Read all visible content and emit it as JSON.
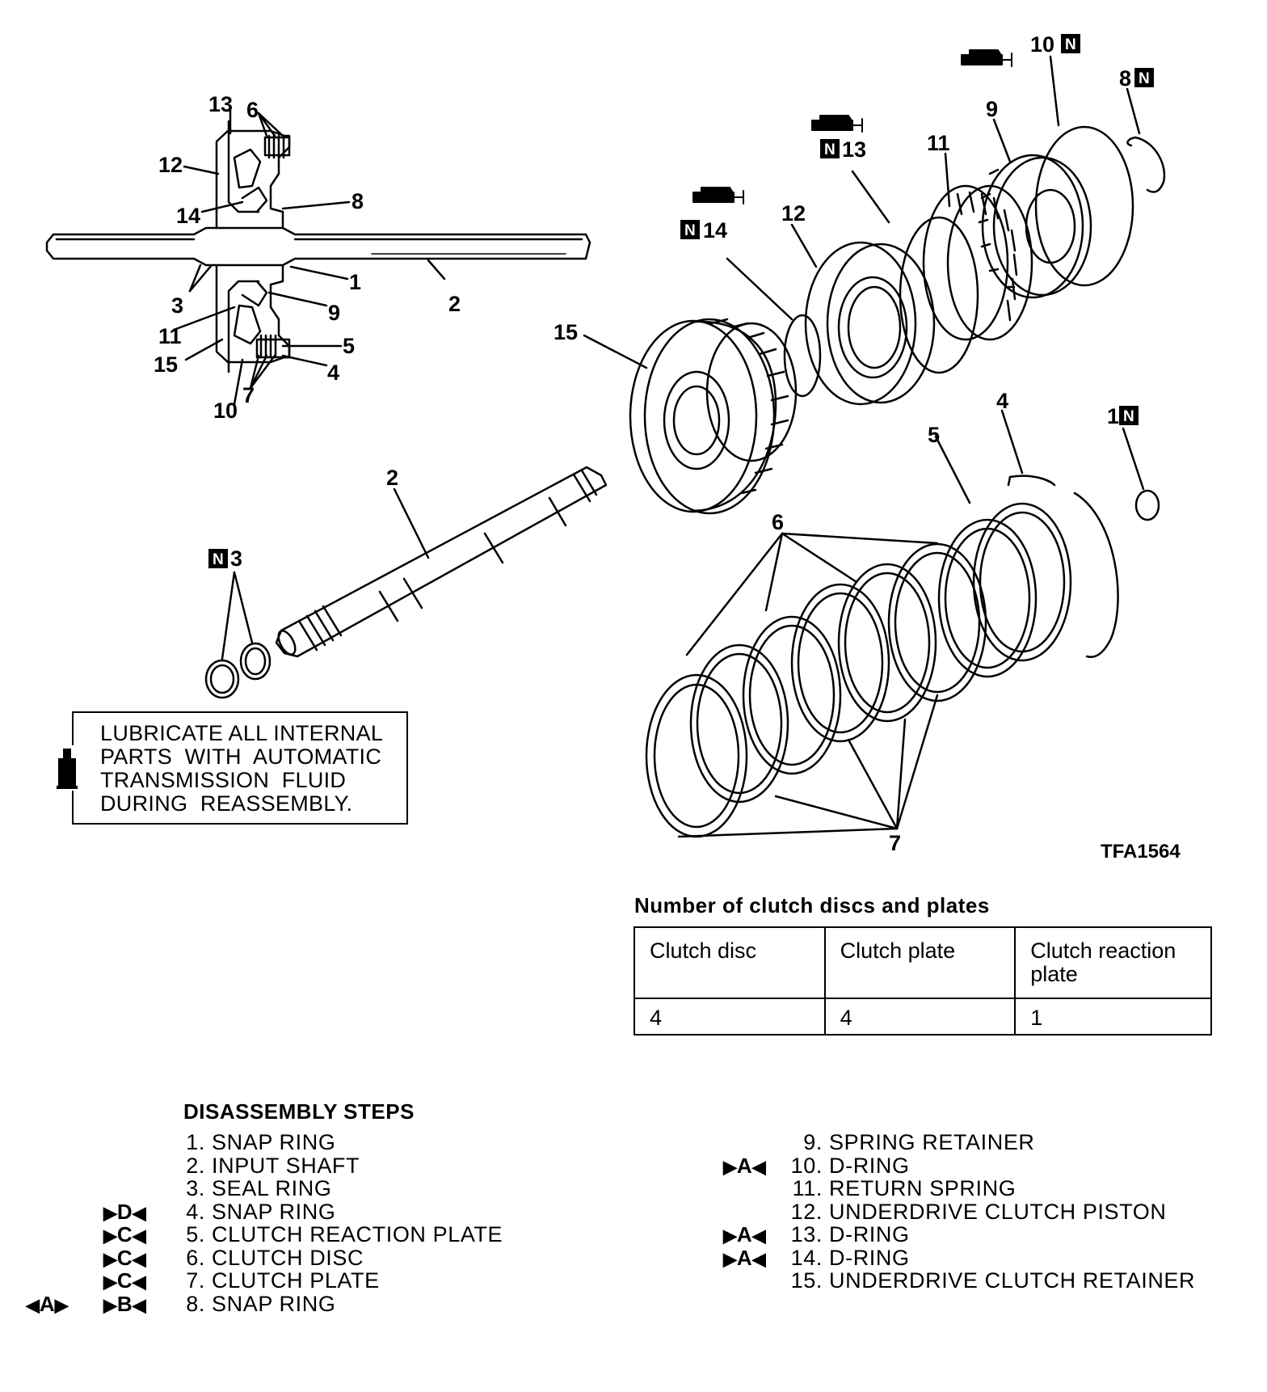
{
  "callouts": {
    "c1": "1",
    "c2": "2",
    "c3": "3",
    "c4": "4",
    "c5": "5",
    "c6": "6",
    "c7": "7",
    "c8": "8",
    "c9": "9",
    "c10": "10",
    "c11": "11",
    "c12": "12",
    "c13": "13",
    "c14": "14",
    "c15": "15",
    "n_badge": "N"
  },
  "figure_code": "TFA1564",
  "lubricate_note": {
    "line1": "LUBRICATE ALL INTERNAL",
    "line2": "PARTS  WITH  AUTOMATIC",
    "line3": "TRANSMISSION  FLUID",
    "line4": "DURING  REASSEMBLY."
  },
  "clutch_table": {
    "title": "Number of clutch discs and plates",
    "headers": [
      "Clutch disc",
      "Clutch plate",
      "Clutch reaction plate"
    ],
    "values": [
      "4",
      "4",
      "1"
    ]
  },
  "disassembly": {
    "title": "DISASSEMBLY  STEPS",
    "steps": [
      {
        "num": "1.",
        "name": "SNAP  RING"
      },
      {
        "num": "2.",
        "name": "INPUT  SHAFT"
      },
      {
        "num": "3.",
        "name": "SEAL  RING"
      },
      {
        "num": "4.",
        "name": "SNAP  RING",
        "mark": "D"
      },
      {
        "num": "5.",
        "name": "CLUTCH  REACTION  PLATE",
        "mark": "C"
      },
      {
        "num": "6.",
        "name": "CLUTCH  DISC",
        "mark": "C"
      },
      {
        "num": "7.",
        "name": "CLUTCH  PLATE",
        "mark": "C"
      },
      {
        "num": "8.",
        "name": "SNAP  RING",
        "mark": "B",
        "mark2": "A"
      },
      {
        "num": "9.",
        "name": "SPRING  RETAINER"
      },
      {
        "num": "10.",
        "name": "D-RING",
        "mark": "A"
      },
      {
        "num": "11.",
        "name": "RETURN  SPRING"
      },
      {
        "num": "12.",
        "name": "UNDERDRIVE  CLUTCH  PISTON"
      },
      {
        "num": "13.",
        "name": "D-RING",
        "mark": "A"
      },
      {
        "num": "14.",
        "name": "D-RING",
        "mark": "A"
      },
      {
        "num": "15.",
        "name": "UNDERDRIVE  CLUTCH  RETAINER"
      }
    ]
  }
}
